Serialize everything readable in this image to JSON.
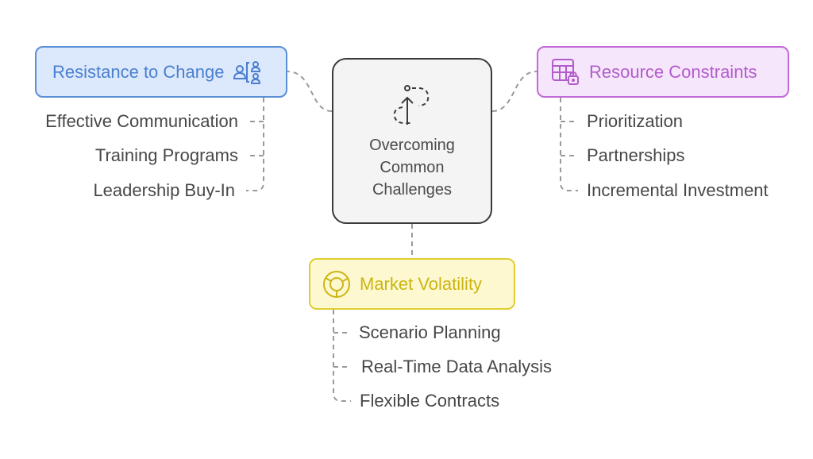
{
  "center": {
    "label": "Overcoming Common Challenges",
    "icon": "path-arrow-icon"
  },
  "branches": {
    "resistance": {
      "label": "Resistance to Change",
      "icon": "people-group-icon",
      "color": "#5b8fd6",
      "fill": "#dce8fb",
      "items": [
        "Effective Communication",
        "Training Programs",
        "Leadership Buy-In"
      ]
    },
    "resources": {
      "label": "Resource Constraints",
      "icon": "table-lock-icon",
      "color": "#c269d8",
      "fill": "#f6e6fb",
      "items": [
        "Prioritization",
        "Partnerships",
        "Incremental Investment"
      ]
    },
    "market": {
      "label": "Market Volatility",
      "icon": "target-circle-icon",
      "color": "#e0ce30",
      "fill": "#fdf8cf",
      "items": [
        "Scenario Planning",
        "Real-Time Data Analysis",
        "Flexible Contracts"
      ]
    }
  }
}
